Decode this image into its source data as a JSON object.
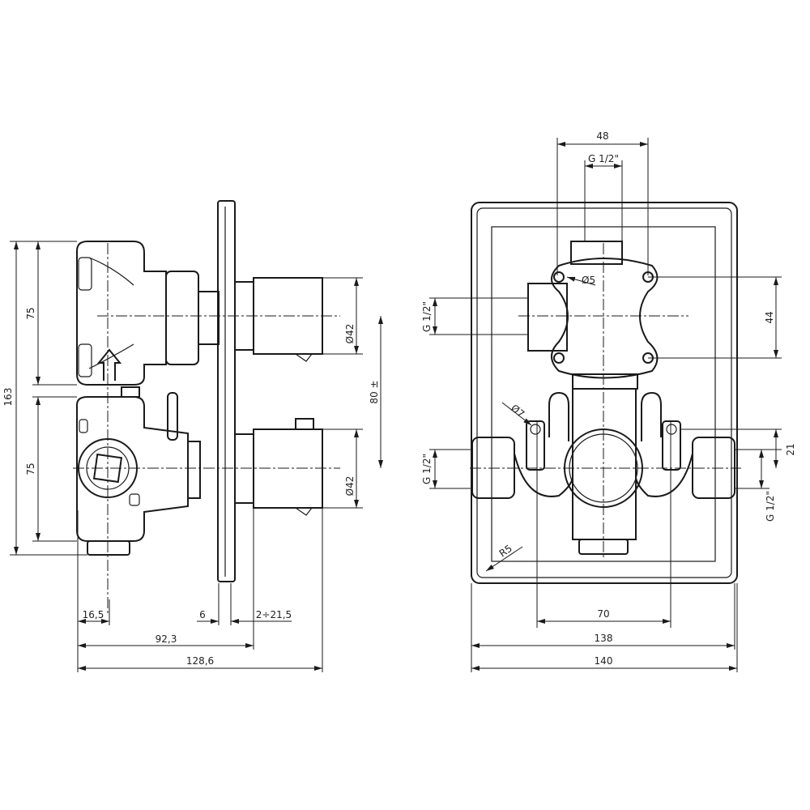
{
  "side_view": {
    "dims": {
      "overall_height": "163",
      "upper_height": "75",
      "lower_height": "75",
      "upper_diameter": "Ø42",
      "lower_diameter": "Ø42",
      "handle_spacing": "80 ±",
      "offset": "16,5",
      "plate": "6",
      "adjust": "2÷21,5",
      "depth_to_plate": "92,3",
      "overall_depth": "128,6"
    }
  },
  "front_view": {
    "dims": {
      "top_width": "48",
      "top_thread": "G 1/2\"",
      "hole": "Ø5",
      "mount_spacing": "44",
      "left_upper_thread": "G 1/2\"",
      "screw": "Ø7",
      "left_lower_thread": "G 1/2\"",
      "offset_right": "21",
      "right_thread": "G 1/2\"",
      "radius": "R5",
      "inlet_spacing": "70",
      "inner_width": "138",
      "plate_width": "140"
    }
  }
}
